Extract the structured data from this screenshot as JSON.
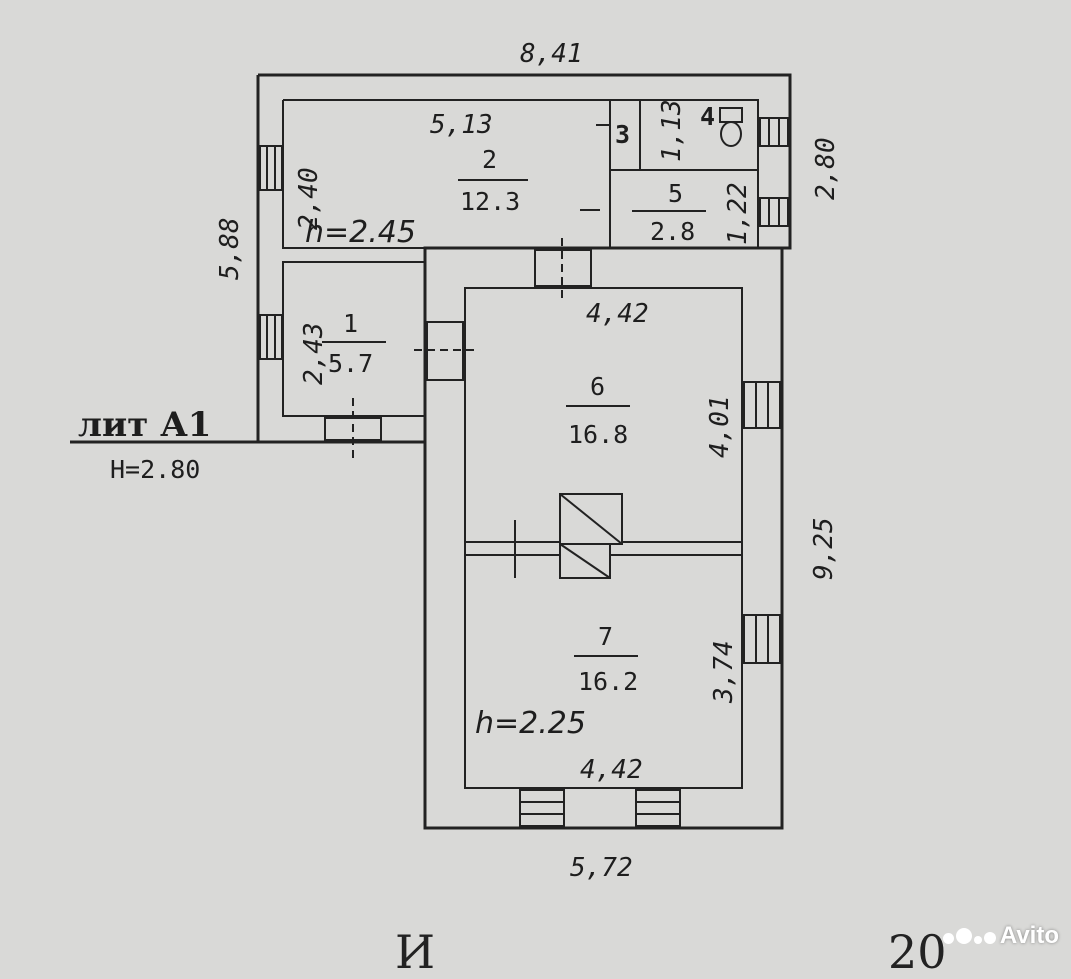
{
  "dimensions": {
    "top_width": "8,41",
    "left_height": "5,88",
    "right_top": "2,80",
    "right_bottom": "9,25",
    "bottom_width": "5,72"
  },
  "rooms": [
    {
      "id": "1",
      "area": "5.7",
      "dims": [
        "2,43"
      ]
    },
    {
      "id": "2",
      "area": "12.3",
      "dims": [
        "5,13",
        "2,40"
      ]
    },
    {
      "id": "3",
      "area": "",
      "dims": []
    },
    {
      "id": "4",
      "area": "",
      "dims": [
        "1,13"
      ]
    },
    {
      "id": "5",
      "area": "2.8",
      "dims": [
        "1,22"
      ]
    },
    {
      "id": "6",
      "area": "16.8",
      "dims": [
        "4,42",
        "4,01"
      ]
    },
    {
      "id": "7",
      "area": "16.2",
      "dims": [
        "4,42",
        "3,74"
      ]
    }
  ],
  "heights": {
    "upper": "h=2.45",
    "lower": "h=2.25"
  },
  "annex": {
    "label": "лит А1",
    "height": "H=2.80"
  },
  "bottom_text": [
    "И",
    "20"
  ],
  "watermark": "Avito"
}
